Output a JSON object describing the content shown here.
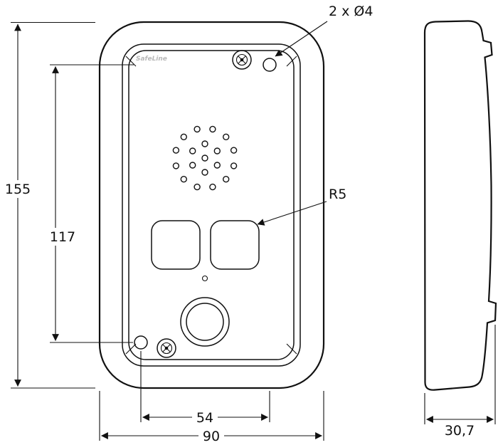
{
  "drawing": {
    "brand": "SafeLine",
    "callouts": {
      "mounting_holes": "2 x Ø4",
      "corner_radius": "R5"
    },
    "dimensions": {
      "overall_height": "155",
      "hole_spacing_vertical": "117",
      "hole_spacing_horizontal": "54",
      "overall_width": "90",
      "depth": "30,7"
    }
  }
}
